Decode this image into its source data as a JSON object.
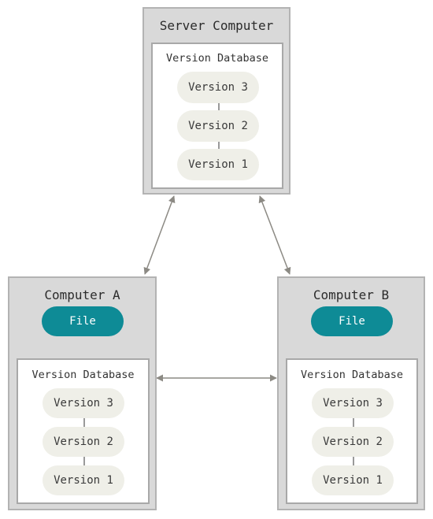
{
  "colors": {
    "box_fill": "#d9d9d9",
    "box_border": "#b3b3b3",
    "pill_fill": "#efefe8",
    "file_fill": "#0e8b96",
    "arrow": "#8c8a84"
  },
  "server": {
    "title": "Server Computer",
    "database_label": "Version Database",
    "versions": [
      "Version 3",
      "Version 2",
      "Version 1"
    ]
  },
  "computer_a": {
    "title": "Computer A",
    "file_label": "File",
    "database_label": "Version Database",
    "versions": [
      "Version 3",
      "Version 2",
      "Version 1"
    ]
  },
  "computer_b": {
    "title": "Computer B",
    "file_label": "File",
    "database_label": "Version Database",
    "versions": [
      "Version 3",
      "Version 2",
      "Version 1"
    ]
  }
}
